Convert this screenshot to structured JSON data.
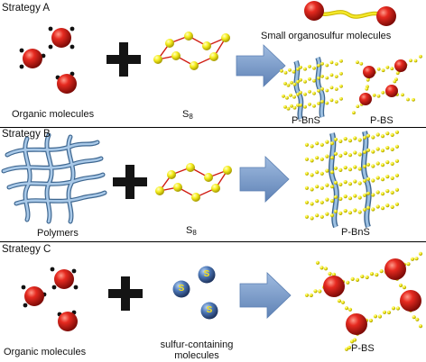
{
  "strategy_a": {
    "title": "Strategy A",
    "reactant_label": "Organic molecules",
    "sulfur_label_main": "S",
    "sulfur_label_sub": "8",
    "product_top_label": "Small organosulfur molecules",
    "product_left_label": "P-BnS",
    "product_right_label": "P-BS"
  },
  "strategy_b": {
    "title": "Strategy B",
    "reactant_label": "Polymers",
    "sulfur_label_main": "S",
    "sulfur_label_sub": "8",
    "product_label": "P-BnS"
  },
  "strategy_c": {
    "title": "Strategy C",
    "reactant_label": "Organic molecules",
    "sulfur_label_line1": "sulfur-containing",
    "sulfur_label_line2": "molecules",
    "sulfur_ball_letter": "S",
    "product_label": "P-BS"
  },
  "colors": {
    "red_ball": "#e0201a",
    "sulfur_yellow": "#f2ea1c",
    "polymer_blue": "#7aa7cf",
    "arrow_blue": "#7e9fcc",
    "sulfur_ball_blue": "#3a5f98",
    "plus": "#141414"
  }
}
